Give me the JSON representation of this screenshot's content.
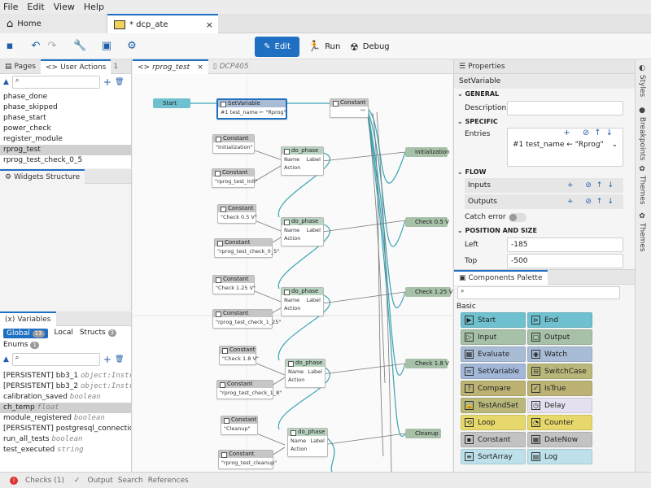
{
  "menu": [
    "File",
    "Edit",
    "View",
    "Help"
  ],
  "tabs": {
    "home": "Home",
    "doc": "* dcp_ate",
    "close": "×"
  },
  "toolbar": {
    "edit": "Edit",
    "run": "Run",
    "debug": "Debug"
  },
  "left_tabs": {
    "pages": "Pages",
    "user_actions": "User Actions",
    "count": "1"
  },
  "actions": [
    "phase_done",
    "phase_skipped",
    "phase_start",
    "power_check",
    "register_module",
    "rprog_test",
    "rprog_test_check_0_5"
  ],
  "widgets": {
    "title": "Widgets Structure"
  },
  "variables": {
    "title": "Variables",
    "tabs": {
      "global": "Global",
      "global_count": "13",
      "local": "Local",
      "structs": "Structs",
      "structs_count": "3",
      "enums": "Enums",
      "enums_count": "1"
    },
    "items": [
      {
        "name": "[PERSISTENT] bb3_1",
        "type": "object:Instru"
      },
      {
        "name": "[PERSISTENT] bb3_2",
        "type": "object:Instru"
      },
      {
        "name": "calibration_saved",
        "type": "boolean"
      },
      {
        "name": "ch_temp",
        "type": "float"
      },
      {
        "name": "module_registered",
        "type": "boolean"
      },
      {
        "name": "[PERSISTENT] postgresql_connection",
        "type": ""
      },
      {
        "name": "run_all_tests",
        "type": "boolean"
      },
      {
        "name": "test_executed",
        "type": "string"
      }
    ]
  },
  "editor_tabs": {
    "active": "rprog_test",
    "other": "DCP405"
  },
  "flow": {
    "start": "Start",
    "setvar": "SetVariable",
    "setvar_body": "#1 test_name ← \"Rprog\"",
    "constant": "Constant",
    "quote": "\"\"",
    "do_phase": "do_phase",
    "name": "Name",
    "label": "Label",
    "action": "Action",
    "c_init": "\"Initialization\"",
    "c_init2": "\"rprog_test_init\"",
    "c_05": "\"Check 0.5 V\"",
    "c_052": "\"rprog_test_check_0_5\"",
    "c_125": "\"Check 1.25 V\"",
    "c_1252": "\"rprog_test_check_1_25\"",
    "c_18": "\"Check 1.8 V\"",
    "c_182": "\"rprog_test_check_1_8\"",
    "c_cl": "\"Cleanup\"",
    "c_cl2": "\"rprog_test_cleanup\"",
    "out_init": "Initialization",
    "out_05": "Check 0.5 V",
    "out_125": "Check 1.25 V",
    "out_18": "Check 1.8 V",
    "out_cl": "Cleanup"
  },
  "properties": {
    "title": "Properties",
    "component": "SetVariable",
    "general": "GENERAL",
    "description": "Description",
    "specific": "SPECIFIC",
    "entries": "Entries",
    "entry": "#1 test_name  ←  \"Rprog\"",
    "flow": "FLOW",
    "inputs": "Inputs",
    "outputs": "Outputs",
    "catch_error": "Catch error",
    "pos": "POSITION AND SIZE",
    "left": "Left",
    "left_val": "-185",
    "top": "Top",
    "top_val": "-500"
  },
  "palette": {
    "title": "Components Palette",
    "basic": "Basic",
    "items": [
      [
        "Start",
        "End"
      ],
      [
        "Input",
        "Output"
      ],
      [
        "Evaluate",
        "Watch"
      ],
      [
        "SetVariable",
        "SwitchCase"
      ],
      [
        "Compare",
        "IsTrue"
      ],
      [
        "TestAndSet",
        "Delay"
      ],
      [
        "Loop",
        "Counter"
      ],
      [
        "Constant",
        "DateNow"
      ],
      [
        "SortArray",
        "Log"
      ]
    ],
    "colors": [
      [
        "#6fc1d0",
        "#6fc1d0"
      ],
      [
        "#a7c0a8",
        "#a7c0a8"
      ],
      [
        "#a9bcd6",
        "#a9bcd6"
      ],
      [
        "#a3b8d8",
        "#b9b87a"
      ],
      [
        "#bbb273",
        "#bbb273"
      ],
      [
        "#b9b87a",
        "#e4e0f0"
      ],
      [
        "#e6d86a",
        "#e6d86a"
      ],
      [
        "#c3c3c3",
        "#c3c3c3"
      ],
      [
        "#bde0ea",
        "#bde0ea"
      ]
    ]
  },
  "rightbar": {
    "styles": "Styles",
    "breakpoints": "Breakpoints",
    "themes1": "Themes",
    "themes2": "Themes"
  },
  "status": {
    "checks": "Checks (1)",
    "output": "Output",
    "search": "Search",
    "references": "References"
  }
}
